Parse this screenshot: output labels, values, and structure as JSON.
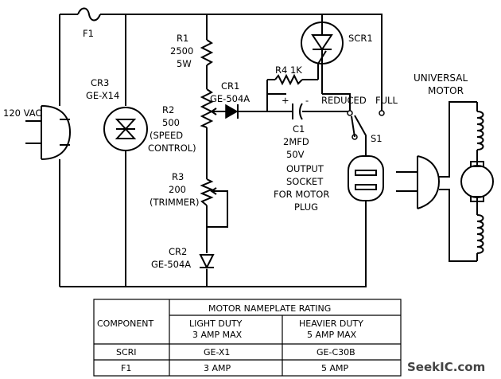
{
  "labels": {
    "fuse": "F1",
    "source": "120 VAC",
    "cr3_name": "CR3",
    "cr3_part": "GE-X14",
    "r1_name": "R1",
    "r1_value": "2500",
    "r1_power": "5W",
    "r2_name": "R2",
    "r2_value": "500",
    "r2_note1": "(SPEED",
    "r2_note2": "CONTROL)",
    "r3_name": "R3",
    "r3_value": "200",
    "r3_note": "(TRIMMER)",
    "cr2_name": "CR2",
    "cr2_part": "GE-504A",
    "cr1_name": "CR1",
    "cr1_part": "GE-504A",
    "scr": "SCR1",
    "r4": "R4 1K",
    "c1_plus": "+",
    "c1_minus": "-",
    "c1_name": "C1",
    "c1_value": "2MFD",
    "c1_volts": "50V",
    "reduced": "REDUCED",
    "full": "FULL",
    "switch": "S1",
    "socket1": "OUTPUT",
    "socket2": "SOCKET",
    "socket3": "FOR MOTOR",
    "socket4": "PLUG",
    "motor1": "UNIVERSAL",
    "motor2": "MOTOR"
  },
  "table": {
    "col_component": "COMPONENT",
    "group_header": "MOTOR NAMEPLATE RATING",
    "light_1": "LIGHT DUTY",
    "light_2": "3 AMP MAX",
    "heavy_1": "HEAVIER DUTY",
    "heavy_2": "5 AMP MAX",
    "rows": [
      {
        "component": "SCRI",
        "light": "GE-X1",
        "heavy": "GE-C30B"
      },
      {
        "component": "F1",
        "light": "3 AMP",
        "heavy": "5 AMP"
      }
    ]
  },
  "watermark": "SeekIC.com"
}
